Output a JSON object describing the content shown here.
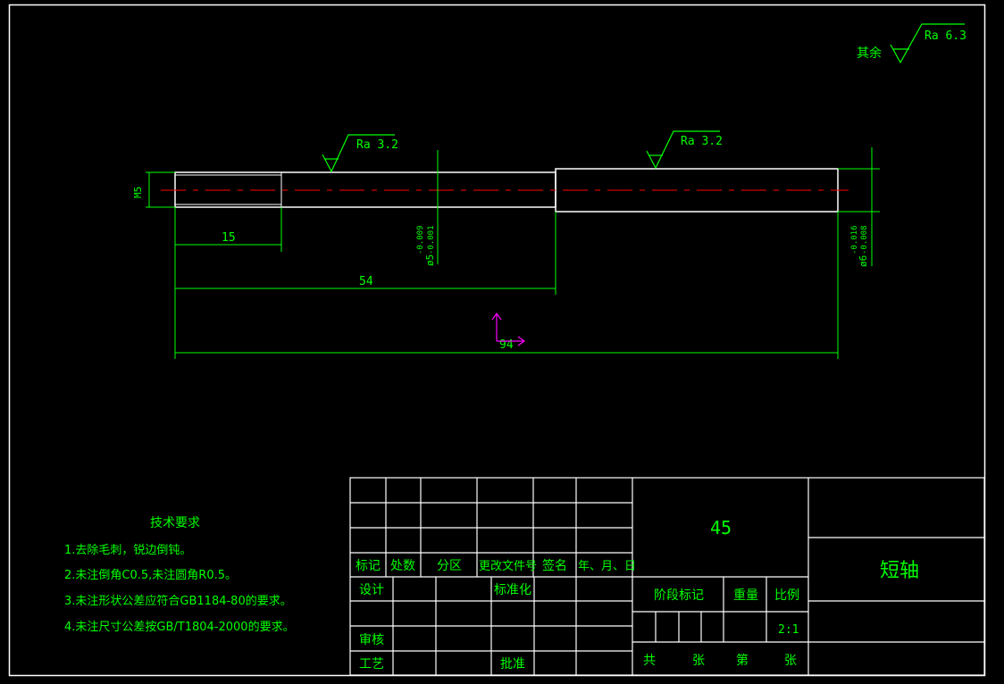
{
  "surface_roughness": {
    "remainder_label": "其余",
    "remainder_value": "Ra 6.3",
    "left_value": "Ra 3.2",
    "right_value": "Ra 3.2"
  },
  "dimensions": {
    "left_dia": "M5",
    "left_len": "15",
    "mid_dia": "ø5",
    "mid_tol_upper": "-0.009",
    "mid_tol_lower": "-0.001",
    "right_dia": "ø6",
    "right_tol_upper": "-0.016",
    "right_tol_lower": "-0.008",
    "len_54": "54",
    "len_94": "94"
  },
  "tech_requirements": {
    "title": "技术要求",
    "items": [
      "1.去除毛刺，锐边倒钝。",
      "2.未注倒角C0.5,未注圆角R0.5。",
      "3.未注形状公差应符合GB1184-80的要求。",
      "4.未注尺寸公差按GB/T1804-2000的要求。"
    ]
  },
  "title_block": {
    "rev_headers": [
      "标记",
      "处数",
      "分区",
      "更改文件号",
      "签名",
      "年、月、日"
    ],
    "design": "设计",
    "standardize": "标准化",
    "review": "审核",
    "process": "工艺",
    "approve": "批准",
    "material": "45",
    "stage_mark": "阶段标记",
    "weight": "重量",
    "scale_label": "比例",
    "scale_value": "2:1",
    "sheets_total": "共",
    "sheets_word1": "张",
    "sheet_no": "第",
    "sheets_word2": "张",
    "part_name": "短轴"
  },
  "colors": {
    "background": "#000000",
    "outline": "#ffffff",
    "dimension": "#00ff00",
    "centerline": "#ff0000",
    "ucs": "#ff00ff"
  }
}
